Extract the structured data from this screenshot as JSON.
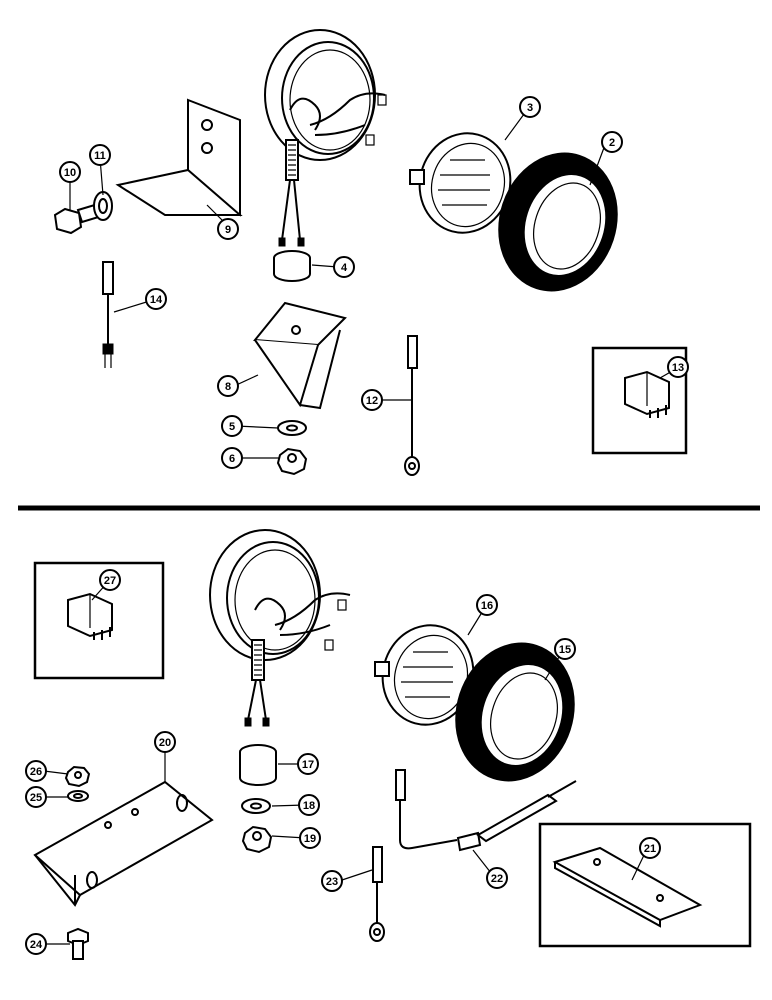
{
  "callouts": {
    "c2": "2",
    "c3": "3",
    "c4": "4",
    "c5": "5",
    "c6": "6",
    "c8": "8",
    "c9": "9",
    "c10": "10",
    "c11": "11",
    "c12": "12",
    "c13": "13",
    "c14": "14",
    "c15": "15",
    "c16": "16",
    "c17": "17",
    "c18": "18",
    "c19": "19",
    "c20": "20",
    "c21": "21",
    "c22": "22",
    "c23": "23",
    "c24": "24",
    "c25": "25",
    "c26": "26",
    "c27": "27"
  }
}
